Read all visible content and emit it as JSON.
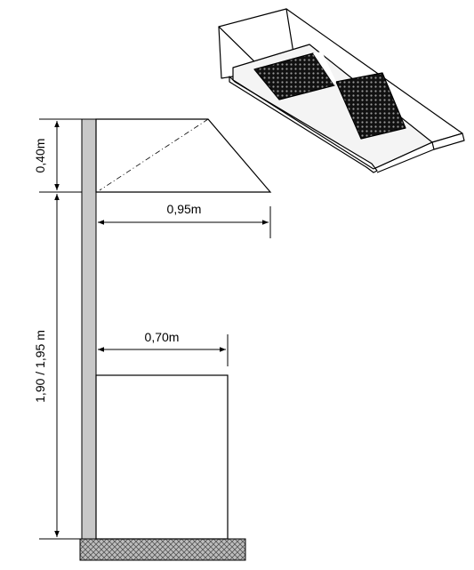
{
  "dimensions": {
    "hood_height": "0,40m",
    "hood_depth": "0,95m",
    "counter_depth": "0,70m",
    "mounting_height": "1,90 / 1,95 m"
  },
  "colors": {
    "wall": "#c8c8c8",
    "stroke": "#000000",
    "floor_hatch": "#555555",
    "filter_mesh": "#1a1a1a"
  }
}
